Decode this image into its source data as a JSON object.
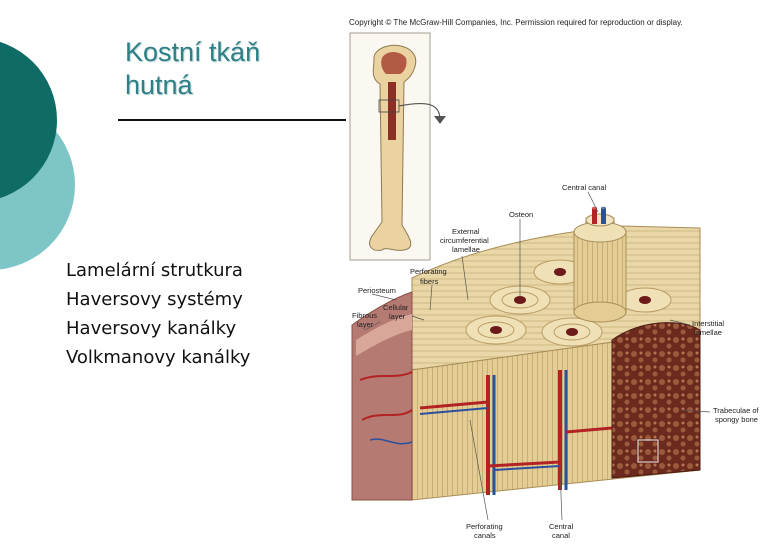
{
  "slide": {
    "title_line1": "Kostní tkáň",
    "title_line2": "hutná",
    "bullets": [
      "Lamelární strutkura",
      "Haversovy systémy",
      "Haversovy kanálky",
      "Volkmanovy kanálky"
    ]
  },
  "figure": {
    "copyright": "Copyright © The McGraw-Hill Companies, Inc. Permission required for reproduction or display.",
    "labels": {
      "central_canal_top": "Central canal",
      "osteon": "Osteon",
      "external_1": "External",
      "external_2": "circumferential",
      "external_3": "lamellae",
      "perforating_fibers_1": "Perforating",
      "perforating_fibers_2": "fibers",
      "periosteum": "Periosteum",
      "cellular_1": "Cellular",
      "cellular_2": "layer",
      "fibrous_1": "Fibrous",
      "fibrous_2": "layer",
      "interstitial_1": "Interstitial",
      "interstitial_2": "lamellae",
      "trabeculae_1": "Trabeculae of",
      "trabeculae_2": "spongy bone",
      "perforating_canals_1": "Perforating",
      "perforating_canals_2": "canals",
      "central_canal_bottom_1": "Central",
      "central_canal_bottom_2": "canal"
    }
  },
  "colors": {
    "teal_dark": "#0f6b66",
    "teal_light": "#7ec5c7",
    "title": "#2e7f86",
    "bone": "#e8d6a8",
    "artery": "#b42323",
    "vein": "#2c4f9e"
  }
}
